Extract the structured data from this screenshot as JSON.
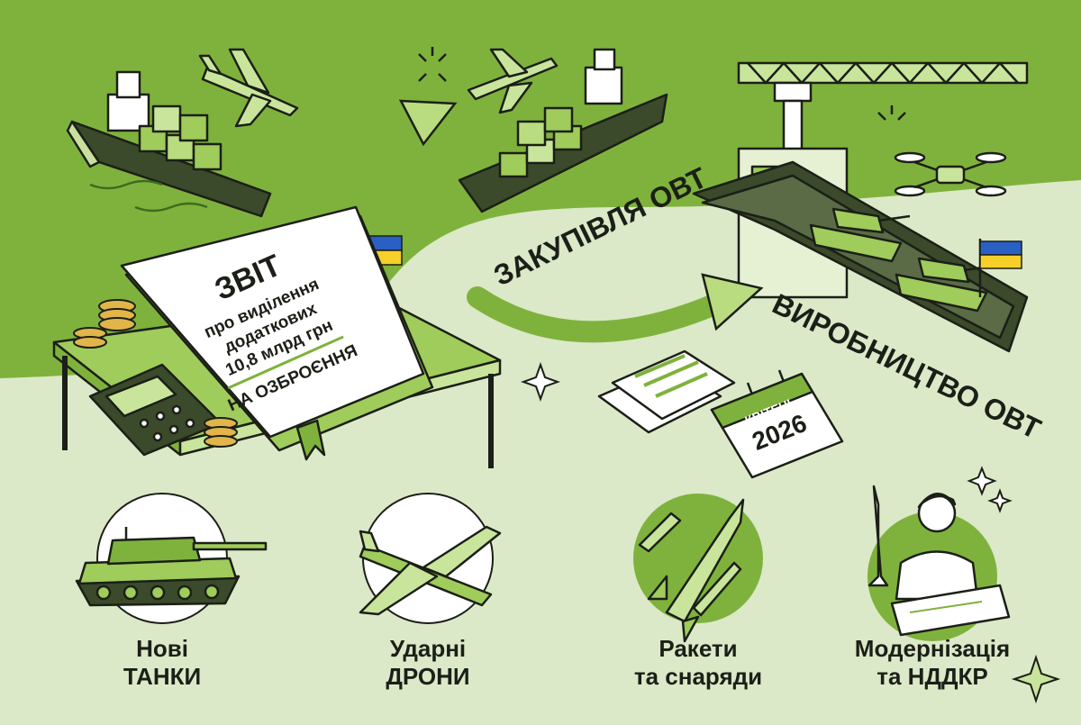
{
  "colors": {
    "bg_top": "#7fb23c",
    "bg_bottom": "#dbe9c8",
    "accent_green": "#8dc63f",
    "dark_green": "#3f6b1e",
    "ink": "#1b1f17",
    "paper": "#ffffff",
    "flag_blue": "#2a5fc4",
    "flag_yellow": "#f6cf2a",
    "coin": "#e1b54a"
  },
  "report": {
    "title": "ЗВІТ",
    "line1": "про виділення",
    "line2": "додаткових",
    "line3": "10,8 млрд грн",
    "line4": "НА ОЗБРОЄННЯ"
  },
  "labels": {
    "procurement": "ЗАКУПІВЛЯ ОВТ",
    "production": "ВИРОБНИЦТВО ОВТ"
  },
  "calendar": {
    "month": "КВІТЕНЬ",
    "year": "2026"
  },
  "categories": [
    {
      "line1": "Нові",
      "line2": "ТАНКИ",
      "icon": "tank-icon"
    },
    {
      "line1": "Ударні",
      "line2": "ДРОНИ",
      "icon": "drone-icon"
    },
    {
      "line1": "Ракети",
      "line2": "та снаряди",
      "icon": "missile-icon"
    },
    {
      "line1": "Модернізація",
      "line2": "та НДДКР",
      "icon": "engineer-icon"
    }
  ]
}
